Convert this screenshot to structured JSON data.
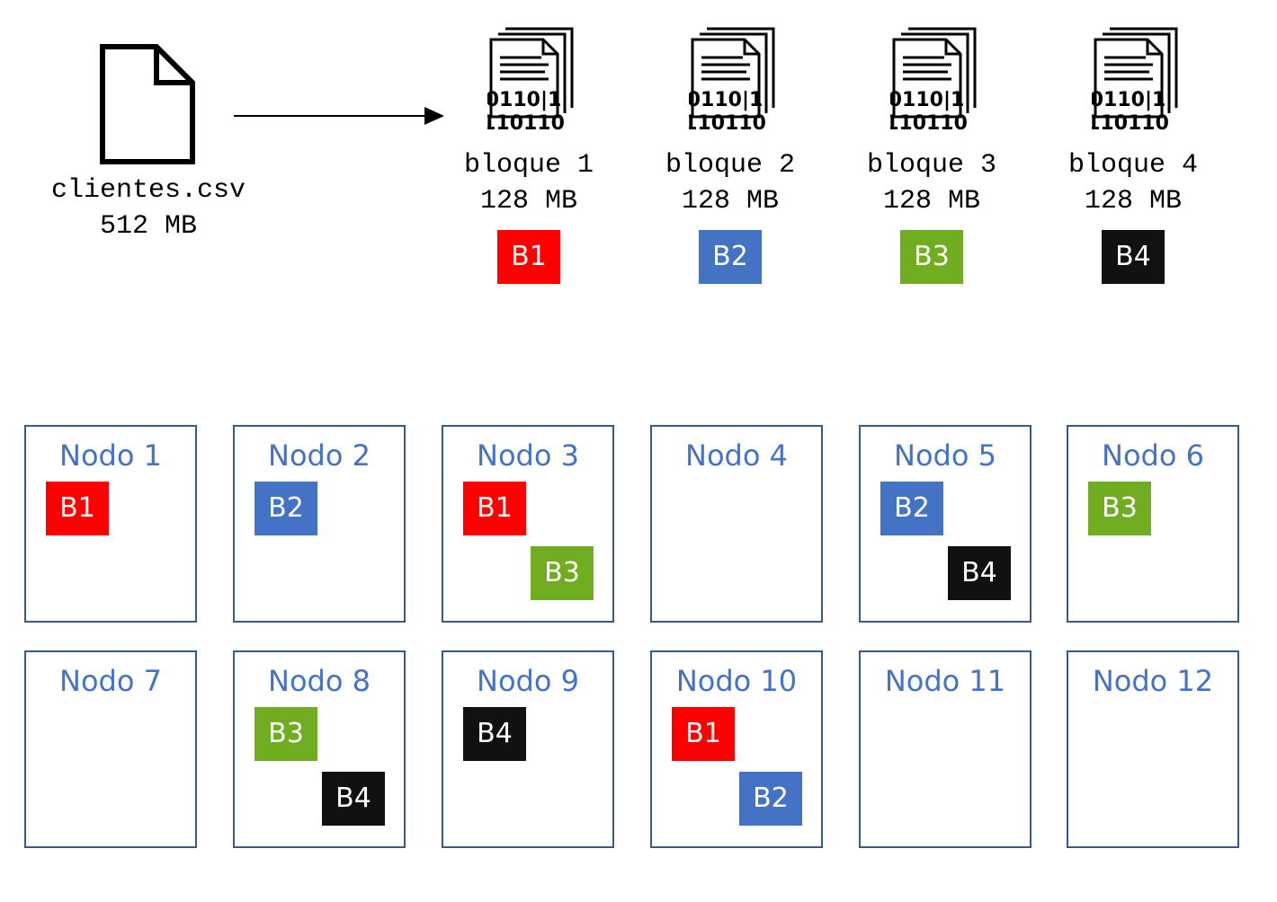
{
  "colors": {
    "B1": "#ff0000",
    "B2": "#4472c4",
    "B3": "#70ad20",
    "B4": "#111111",
    "node_title": "#4472c4",
    "node_border": "#3a5a86"
  },
  "source_file": {
    "icon": "file-icon",
    "name": "clientes.csv",
    "size": "512 MB"
  },
  "arrow_icon": "arrow-right-icon",
  "blocks": [
    {
      "icon": "binary-document-icon",
      "name": "bloque 1",
      "size": "128 MB",
      "tag": "B1"
    },
    {
      "icon": "binary-document-icon",
      "name": "bloque 2",
      "size": "128 MB",
      "tag": "B2"
    },
    {
      "icon": "binary-document-icon",
      "name": "bloque 3",
      "size": "128 MB",
      "tag": "B3"
    },
    {
      "icon": "binary-document-icon",
      "name": "bloque 4",
      "size": "128 MB",
      "tag": "B4"
    }
  ],
  "nodes": [
    {
      "title": "Nodo 1",
      "blocks": [
        "B1"
      ]
    },
    {
      "title": "Nodo 2",
      "blocks": [
        "B2"
      ]
    },
    {
      "title": "Nodo 3",
      "blocks": [
        "B1",
        "B3"
      ]
    },
    {
      "title": "Nodo 4",
      "blocks": []
    },
    {
      "title": "Nodo 5",
      "blocks": [
        "B2",
        "B4"
      ]
    },
    {
      "title": "Nodo 6",
      "blocks": [
        "B3"
      ]
    },
    {
      "title": "Nodo 7",
      "blocks": []
    },
    {
      "title": "Nodo 8",
      "blocks": [
        "B3",
        "B4"
      ]
    },
    {
      "title": "Nodo 9",
      "blocks": [
        "B4"
      ]
    },
    {
      "title": "Nodo 10",
      "blocks": [
        "B1",
        "B2"
      ]
    },
    {
      "title": "Nodo 11",
      "blocks": []
    },
    {
      "title": "Nodo 12",
      "blocks": []
    }
  ]
}
